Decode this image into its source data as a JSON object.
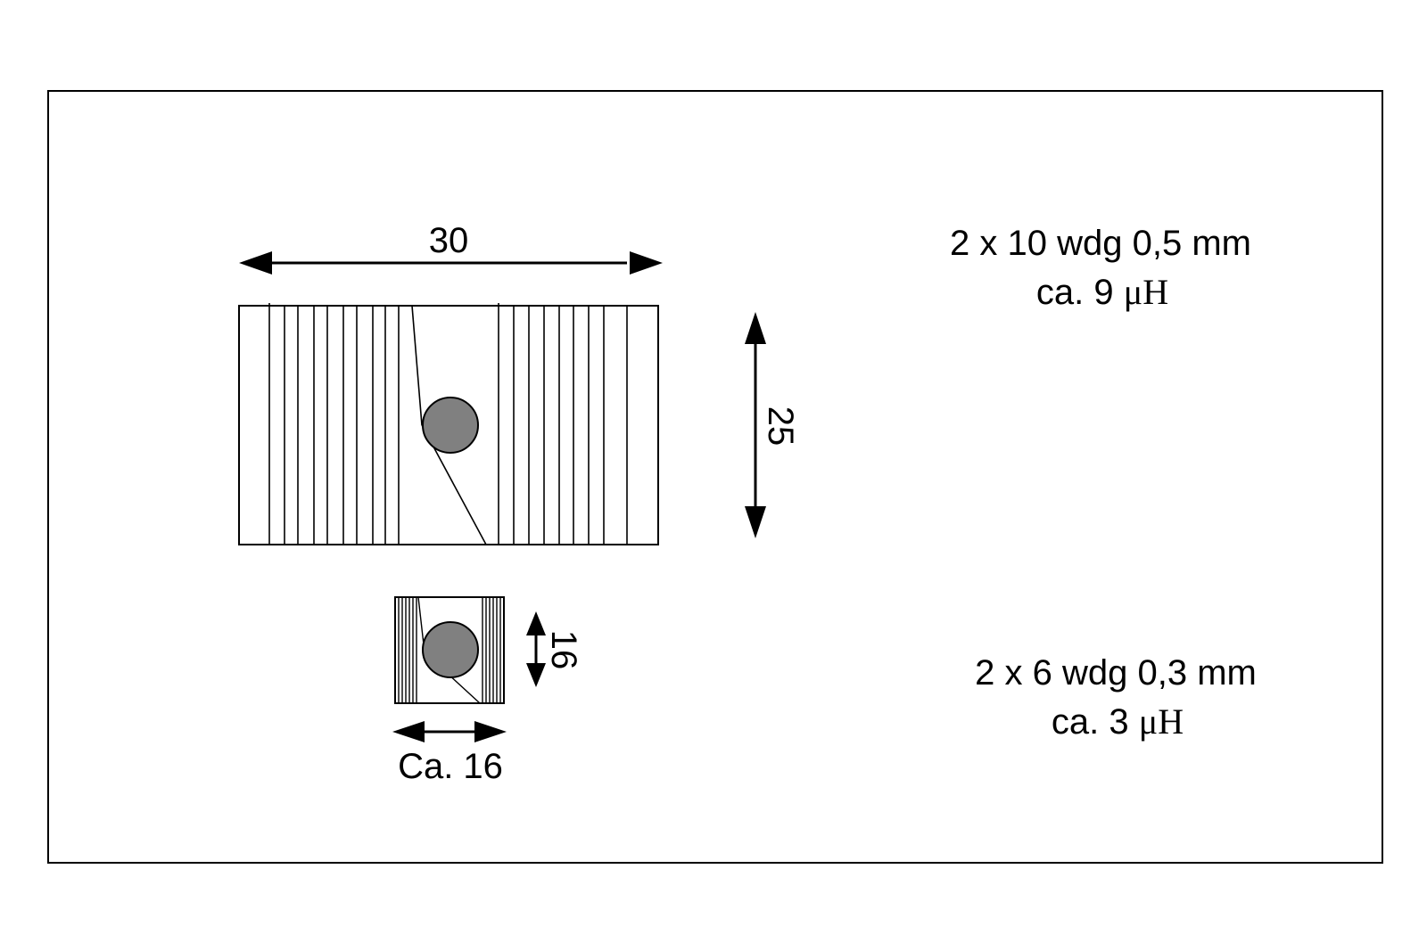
{
  "coil_large": {
    "width_label": "30",
    "height_label": "25",
    "spec_line1": "2 x 10 wdg 0,5 mm",
    "spec_line2_prefix": "ca. 9 ",
    "spec_line2_unit": "μH"
  },
  "coil_small": {
    "width_label": "Ca. 16",
    "height_label": "16",
    "spec_line1": "2 x 6 wdg 0,3 mm",
    "spec_line2_prefix": "ca. 3 ",
    "spec_line2_unit": "μH"
  },
  "colors": {
    "line": "#000000",
    "core_fill": "#808080",
    "background": "#ffffff"
  }
}
